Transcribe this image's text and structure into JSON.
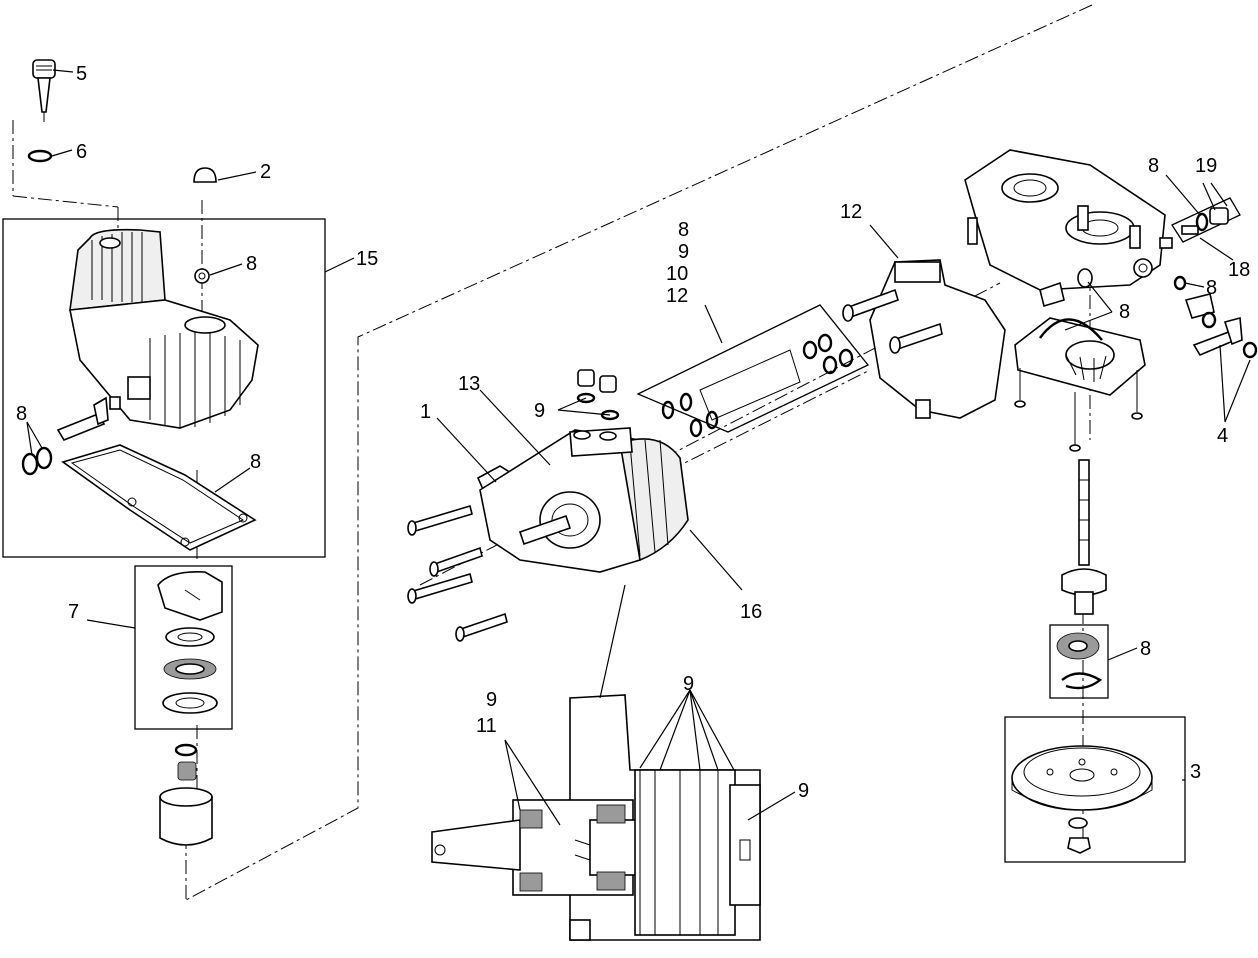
{
  "diagram": {
    "callouts": [
      {
        "id": "c5",
        "text": "5"
      },
      {
        "id": "c6",
        "text": "6"
      },
      {
        "id": "c2",
        "text": "2"
      },
      {
        "id": "c15",
        "text": "15"
      },
      {
        "id": "c8a",
        "text": "8"
      },
      {
        "id": "c8b",
        "text": "8"
      },
      {
        "id": "c8c",
        "text": "8"
      },
      {
        "id": "c7",
        "text": "7"
      },
      {
        "id": "c1",
        "text": "1"
      },
      {
        "id": "c13",
        "text": "13"
      },
      {
        "id": "c9a",
        "text": "9"
      },
      {
        "id": "c8d",
        "text": "8"
      },
      {
        "id": "c9b",
        "text": "9"
      },
      {
        "id": "c10",
        "text": "10"
      },
      {
        "id": "c12a",
        "text": "12"
      },
      {
        "id": "c12b",
        "text": "12"
      },
      {
        "id": "c16",
        "text": "16"
      },
      {
        "id": "c8e",
        "text": "8"
      },
      {
        "id": "c19",
        "text": "19"
      },
      {
        "id": "c18",
        "text": "18"
      },
      {
        "id": "c8f",
        "text": "8"
      },
      {
        "id": "c8g",
        "text": "8"
      },
      {
        "id": "c4",
        "text": "4"
      },
      {
        "id": "c8h",
        "text": "8"
      },
      {
        "id": "c3",
        "text": "3"
      },
      {
        "id": "c9c",
        "text": "9"
      },
      {
        "id": "c11",
        "text": "11"
      },
      {
        "id": "c9d",
        "text": "9"
      },
      {
        "id": "c9e",
        "text": "9"
      }
    ]
  }
}
